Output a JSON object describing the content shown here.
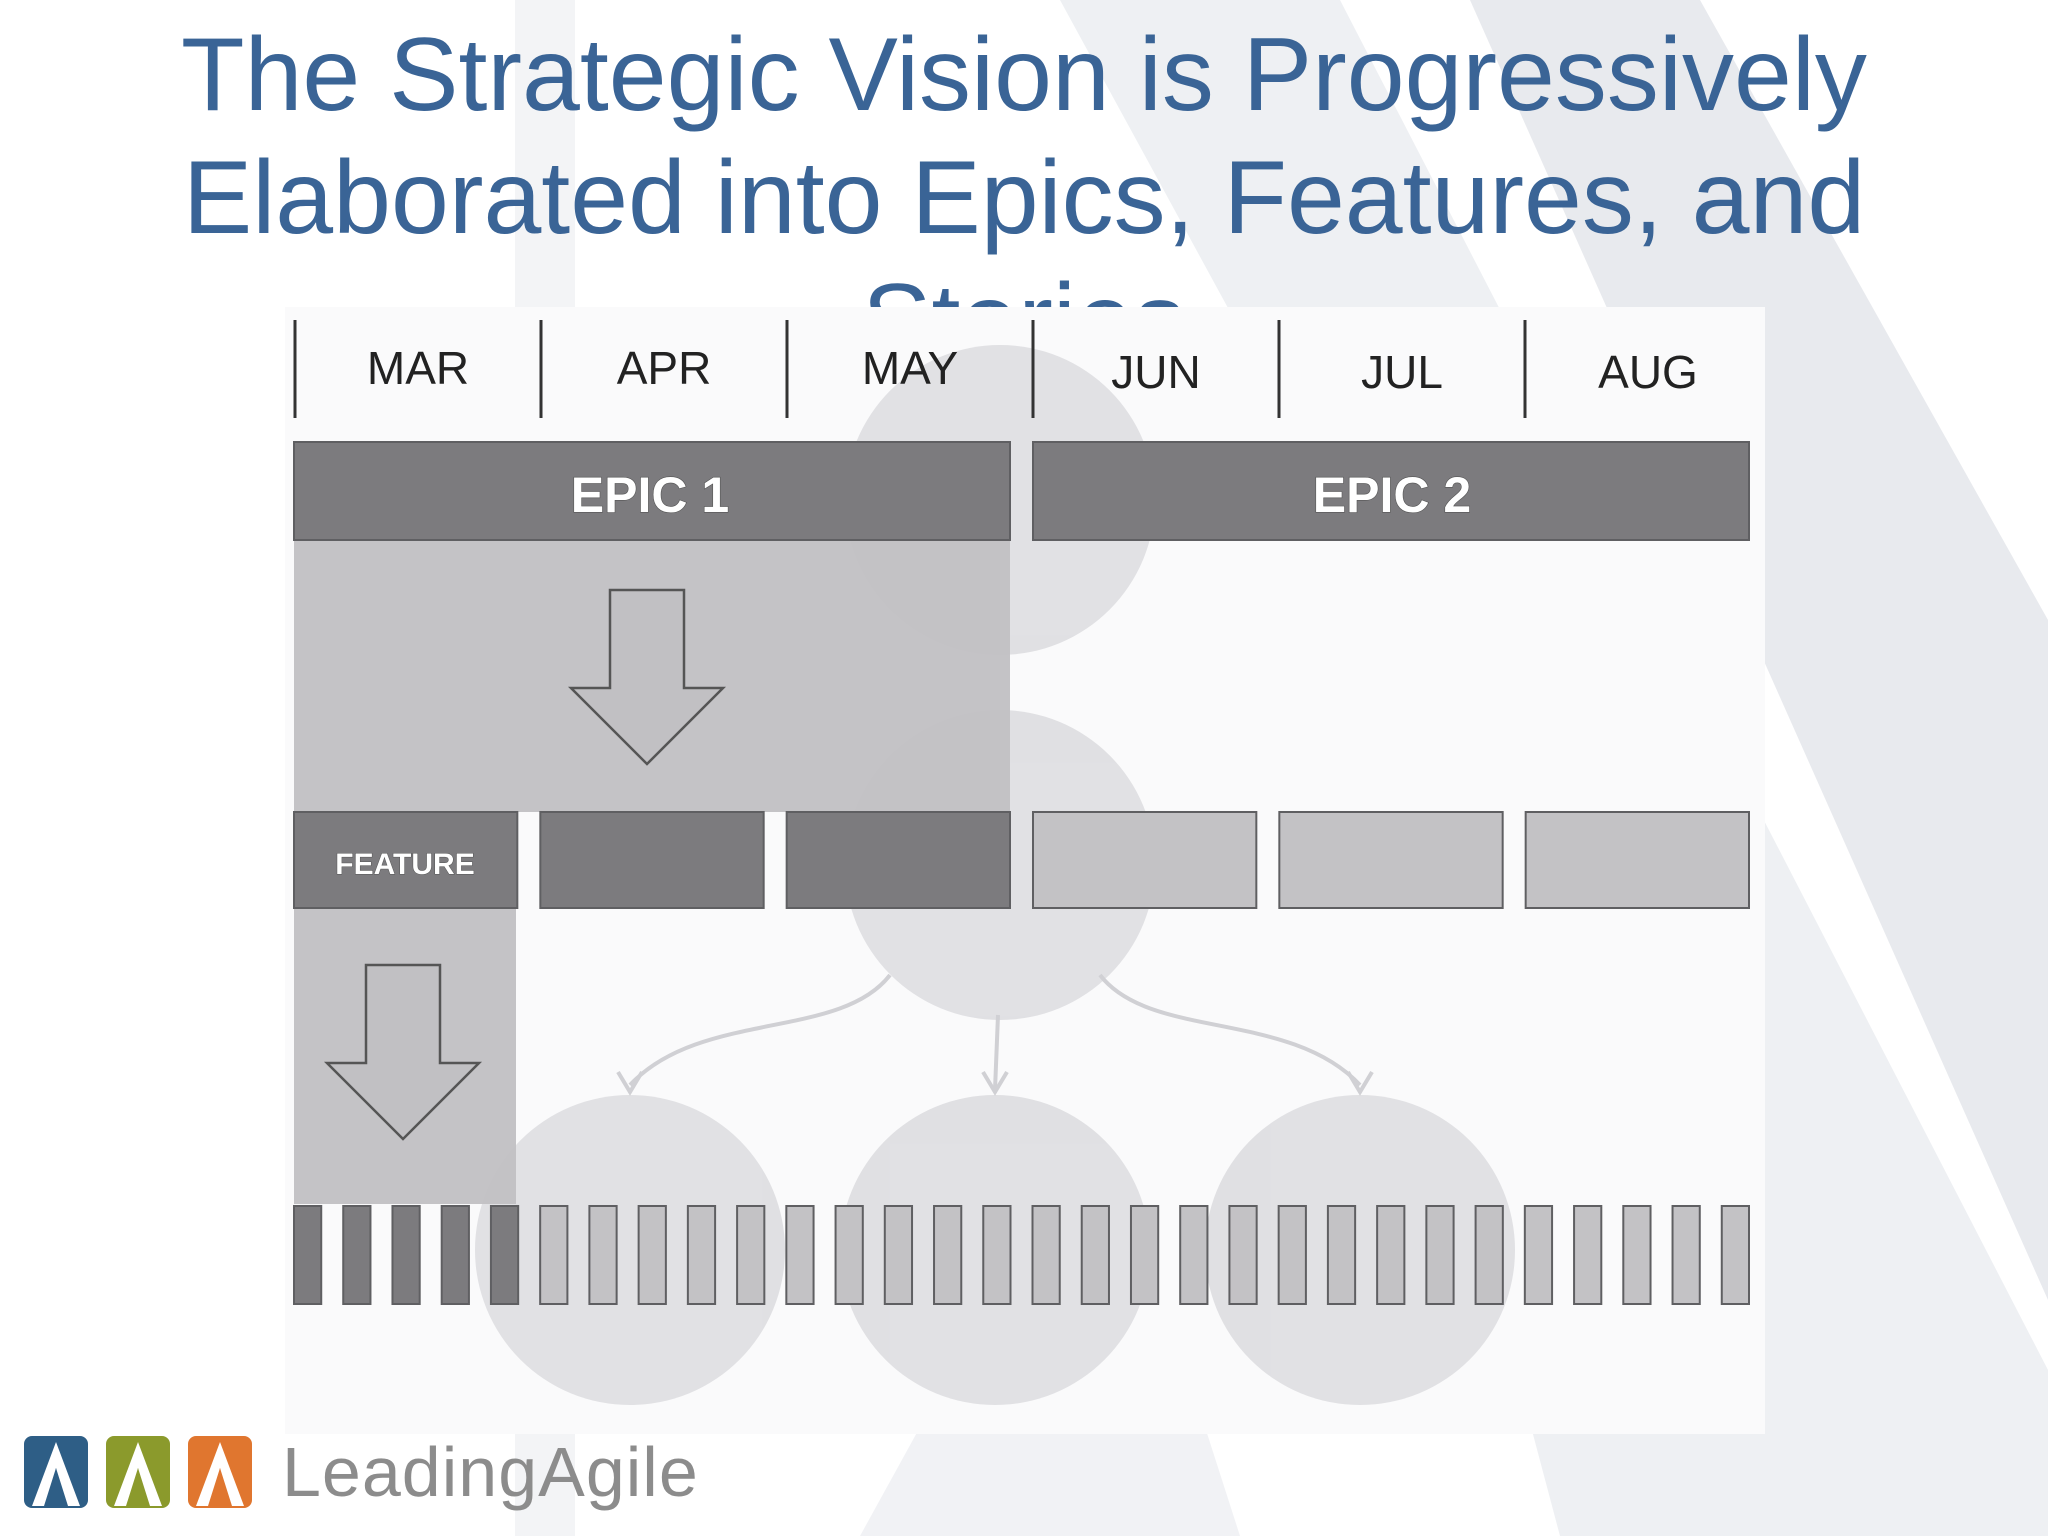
{
  "title": {
    "lines": [
      "The Strategic Vision is Progressively",
      "Elaborated into Epics, Features, and",
      "Stories"
    ]
  },
  "timeline": {
    "months": [
      "MAR",
      "APR",
      "MAY",
      "JUN",
      "JUL",
      "AUG"
    ]
  },
  "epics": [
    {
      "label": "EPIC 1",
      "elaborated": true
    },
    {
      "label": "EPIC 2",
      "elaborated": false
    }
  ],
  "features": {
    "label": "FEATURE",
    "count": 6,
    "elaborated_count": 3
  },
  "stories": {
    "count": 30,
    "elaborated_count": 5
  },
  "colors": {
    "title": "#3a6496",
    "elaborated": "#7c7b7e",
    "pending": "#c3c2c5",
    "arrow_panel": "#c1c0c3"
  },
  "logo": {
    "brand": "LeadingAgile"
  }
}
